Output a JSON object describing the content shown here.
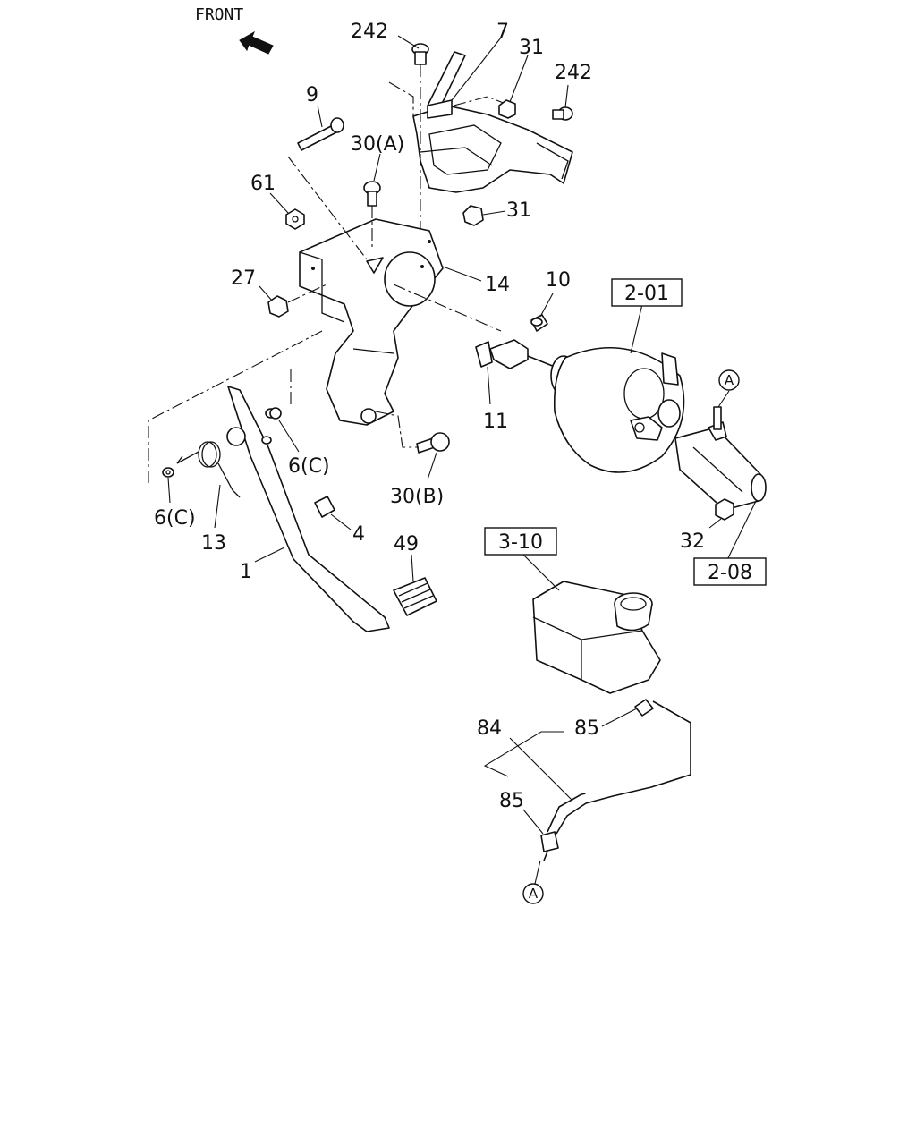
{
  "header": {
    "front_label": "FRONT"
  },
  "callouts": {
    "c242_top": "242",
    "c7": "7",
    "c31_top": "31",
    "c242_right": "242",
    "c9": "9",
    "c30a": "30(A)",
    "c61": "61",
    "c31_mid": "31",
    "c27": "27",
    "c14": "14",
    "c10": "10",
    "c11": "11",
    "c6c_mid": "6(C)",
    "c30b": "30(B)",
    "c6c_left": "6(C)",
    "c13": "13",
    "c4": "4",
    "c1": "1",
    "c49": "49",
    "c32": "32",
    "c84": "84",
    "c85_top": "85",
    "c85_bottom": "85"
  },
  "reference_boxes": {
    "ref_2_01": "2-01",
    "ref_2_08": "2-08",
    "ref_3_10": "3-10"
  },
  "connectors": {
    "conn_a_top": "A",
    "conn_a_bottom": "A"
  },
  "icons": {
    "front_arrow": "front-arrow-icon"
  }
}
